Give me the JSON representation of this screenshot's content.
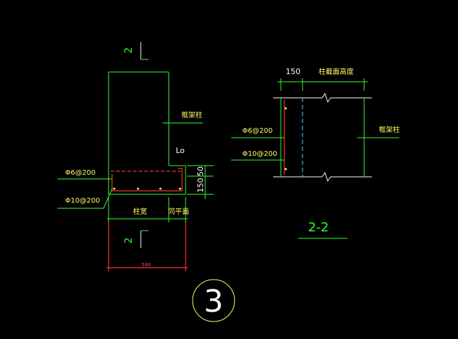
{
  "colors": {
    "background": "#000000",
    "outline": "#33ff33",
    "section_line": "#ffffff",
    "label_text": "#ffff66",
    "rebar": "#ff3333",
    "center_line": "#66ccff"
  },
  "section_mark_top": "2",
  "section_mark_bottom": "2",
  "left_detail": {
    "label_column": "框架柱",
    "label_lo": "Lo",
    "label_rebar_upper": "Φ6@200",
    "label_rebar_lower": "Φ10@200",
    "dim_50": "50",
    "dim_150": "150",
    "label_col_width": "柱宽",
    "label_flush": "同平面",
    "dim_500": "500"
  },
  "right_detail": {
    "dim_150": "150",
    "label_column_section_height": "柱截面高度",
    "label_rebar_upper": "Φ6@200",
    "label_rebar_lower": "Φ10@200",
    "label_column": "框架柱",
    "section_title": "2-2"
  },
  "detail_number": "3"
}
